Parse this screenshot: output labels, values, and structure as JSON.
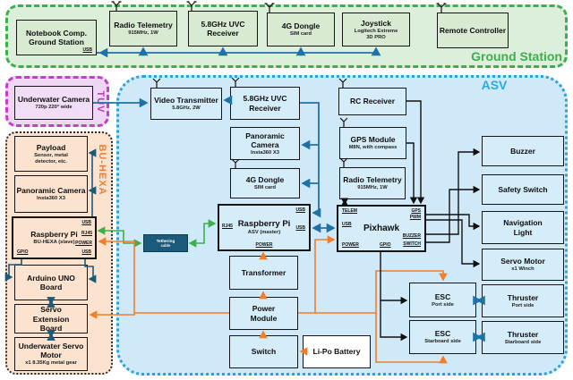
{
  "sections": {
    "ground_station": {
      "label": "Ground Station",
      "boxes": {
        "notebook": {
          "line1": "Notebook Comp.",
          "line2": "Ground Station",
          "port_usb": "USB"
        },
        "radio_telemetry": {
          "title": "Radio Telemetry",
          "sub": "915MHz, 1W"
        },
        "uvc_receiver": {
          "title": "5.8GHz UVC Receiver"
        },
        "dongle_4g": {
          "title": "4G Dongle",
          "sub": "SIM card"
        },
        "joystick": {
          "title": "Joystick",
          "sub": "Logitech Extreme 3D PRO"
        },
        "remote_controller": {
          "title": "Remote Controller"
        }
      }
    },
    "tuv": {
      "label": "TUV",
      "boxes": {
        "underwater_camera": {
          "title": "Underwater Camera",
          "sub": "720p 220° wide"
        }
      }
    },
    "bu_hexa": {
      "label": "BU-HEXA",
      "boxes": {
        "payload": {
          "title": "Payload",
          "sub": "Sensor, metal detector, etc."
        },
        "panoramic_camera": {
          "title": "Panoramic Camera",
          "sub": "Insta360 X3"
        },
        "raspberry_pi": {
          "title": "Raspberry Pi",
          "sub": "BU-HEXA (slave)",
          "port_usb_top": "USB",
          "port_rj45": "RJ45",
          "port_power": "POWER",
          "port_gpio": "GPIO",
          "port_usb_bottom": "USB"
        },
        "arduino": {
          "title": "Arduino UNO Board"
        },
        "servo_extension": {
          "title": "Servo Extension Board"
        },
        "underwater_servo_motor": {
          "title": "Underwater Servo Motor",
          "sub": "x1 8.35Kg metal gear"
        }
      }
    },
    "asv": {
      "label": "ASV",
      "boxes": {
        "video_transmitter": {
          "title": "Video Transmitter",
          "sub": "5.8GHz, 2W"
        },
        "uvc_receiver": {
          "title": "5.8GHz UVC Receiver"
        },
        "panoramic_camera": {
          "title": "Panoramic Camera",
          "sub": "Insta360 X3"
        },
        "dongle_4g": {
          "title": "4G Dongle",
          "sub": "SIM card"
        },
        "raspberry_pi": {
          "title": "Raspberry Pi",
          "sub": "ASV (master)",
          "port_rj45": "RJ45",
          "port_usb_top": "USB",
          "port_usb_right": "USB",
          "port_power": "POWER"
        },
        "rc_receiver": {
          "title": "RC Receiver"
        },
        "gps_module": {
          "title": "GPS Module",
          "sub": "M8N, with compass"
        },
        "radio_telemetry": {
          "title": "Radio Telemetry",
          "sub": "915MHz, 1W"
        },
        "pixhawk": {
          "title": "Pixhawk",
          "port_telem": "TELEM",
          "port_usb": "USB",
          "port_power": "POWER",
          "port_gps": "GPS",
          "port_pwm": "PWM",
          "port_buzzer": "BUZZER",
          "port_switch": "SWITCH",
          "port_gpio": "GPIO"
        },
        "buzzer": {
          "title": "Buzzer"
        },
        "safety_switch": {
          "title": "Safety Switch"
        },
        "navigation_light": {
          "title": "Navigation Light"
        },
        "servo_motor": {
          "title": "Servo Motor",
          "sub": "x1 Winch"
        },
        "thruster_port": {
          "title": "Thruster",
          "sub": "Port side"
        },
        "thruster_starboard": {
          "title": "Thruster",
          "sub": "Starboard side"
        },
        "esc_port": {
          "title": "ESC",
          "sub": "Port side"
        },
        "esc_starboard": {
          "title": "ESC",
          "sub": "Starboard side"
        },
        "transformer": {
          "title": "Transformer"
        },
        "power_module": {
          "title": "Power Module"
        },
        "switch": {
          "title": "Switch"
        },
        "lipo_battery": {
          "title": "Li-Po Battery"
        },
        "tether": {
          "title": "Tethering",
          "sub": "cable"
        }
      }
    }
  },
  "colors": {
    "ground_station_accent": "#3eae4f",
    "asv_accent": "#29abe2",
    "tuv_accent": "#b833bf",
    "bu_hexa_accent": "#ed7d31",
    "wire_data_blue": "#1f72a5",
    "wire_signal_teal": "#1d5a78",
    "wire_power_orange": "#f07e2a",
    "wire_ethernet_green": "#3faf4b",
    "wire_black": "#111111"
  }
}
